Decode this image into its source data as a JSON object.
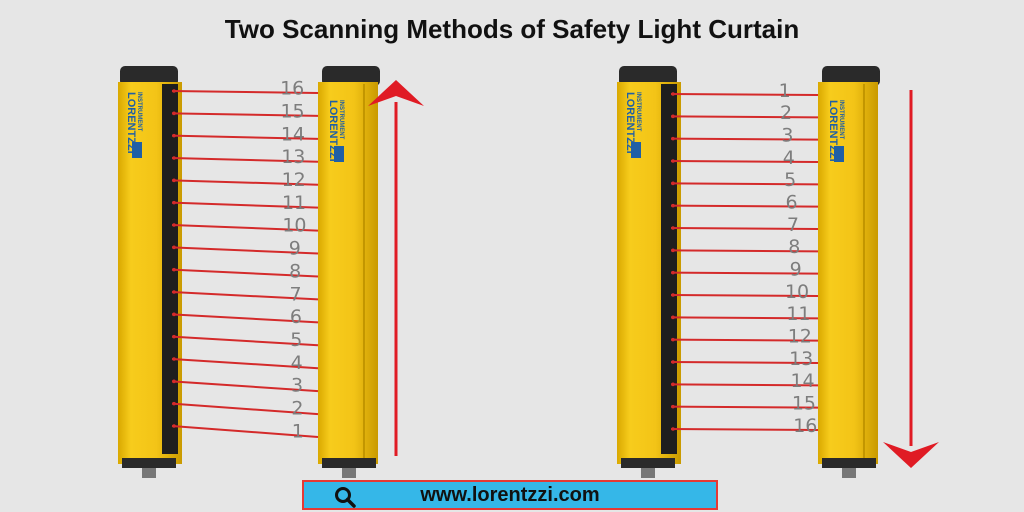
{
  "title": "Two Scanning Methods of Safety Light Curtain",
  "brand": {
    "name": "LORENTZZI",
    "sub": "INSTRUMENT"
  },
  "url": "www.lorentzzi.com",
  "colors": {
    "housing": "#f2c21a",
    "beam": "#d42a2a",
    "arrow": "#e01b24",
    "number": "#7d7d7d",
    "url_bar": "#35b7e8"
  },
  "left_method": {
    "direction": "bottom-to-top",
    "beam_numbers_top_to_bottom": [
      "16",
      "15",
      "14",
      "13",
      "12",
      "11",
      "10",
      "9",
      "8",
      "7",
      "6",
      "5",
      "4",
      "3",
      "2",
      "1"
    ]
  },
  "right_method": {
    "direction": "top-to-bottom",
    "beam_numbers_top_to_bottom": [
      "1",
      "2",
      "3",
      "4",
      "5",
      "6",
      "7",
      "8",
      "9",
      "10",
      "11",
      "12",
      "13",
      "14",
      "15",
      "16"
    ]
  },
  "icons": {
    "search": "search-icon",
    "arrow_up": "arrow-up-icon",
    "arrow_down": "arrow-down-icon"
  }
}
